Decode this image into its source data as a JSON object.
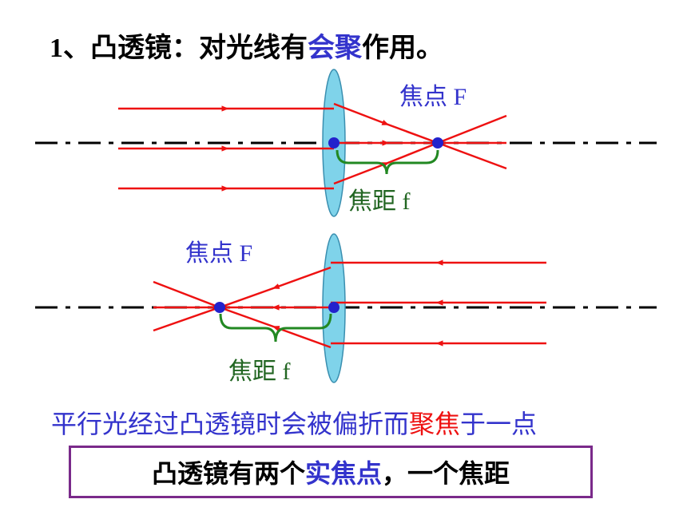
{
  "title": {
    "prefix": "1、凸透镜：对光线有",
    "highlight": "会聚",
    "suffix": "作用。"
  },
  "diagram_top": {
    "focus_label": "焦点 F",
    "focal_length_label": "焦距 f"
  },
  "diagram_bottom": {
    "focus_label": "焦点 F",
    "focal_length_label": "焦距 f"
  },
  "summary": {
    "part1": "平行光经过凸透镜时会被偏折而",
    "part2_red": "聚焦",
    "part3": "于一点"
  },
  "box": {
    "part1": "凸透镜有两个",
    "highlight": "实焦点",
    "part2": "，一个焦距"
  },
  "colors": {
    "ray": "#ee1111",
    "lens_fill": "#7fd3ea",
    "focus_dot": "#2222cc",
    "focus_label": "#3333cc",
    "bracket": "#228822",
    "focal_length_label": "#226622",
    "box_border": "#7a2a8a"
  }
}
